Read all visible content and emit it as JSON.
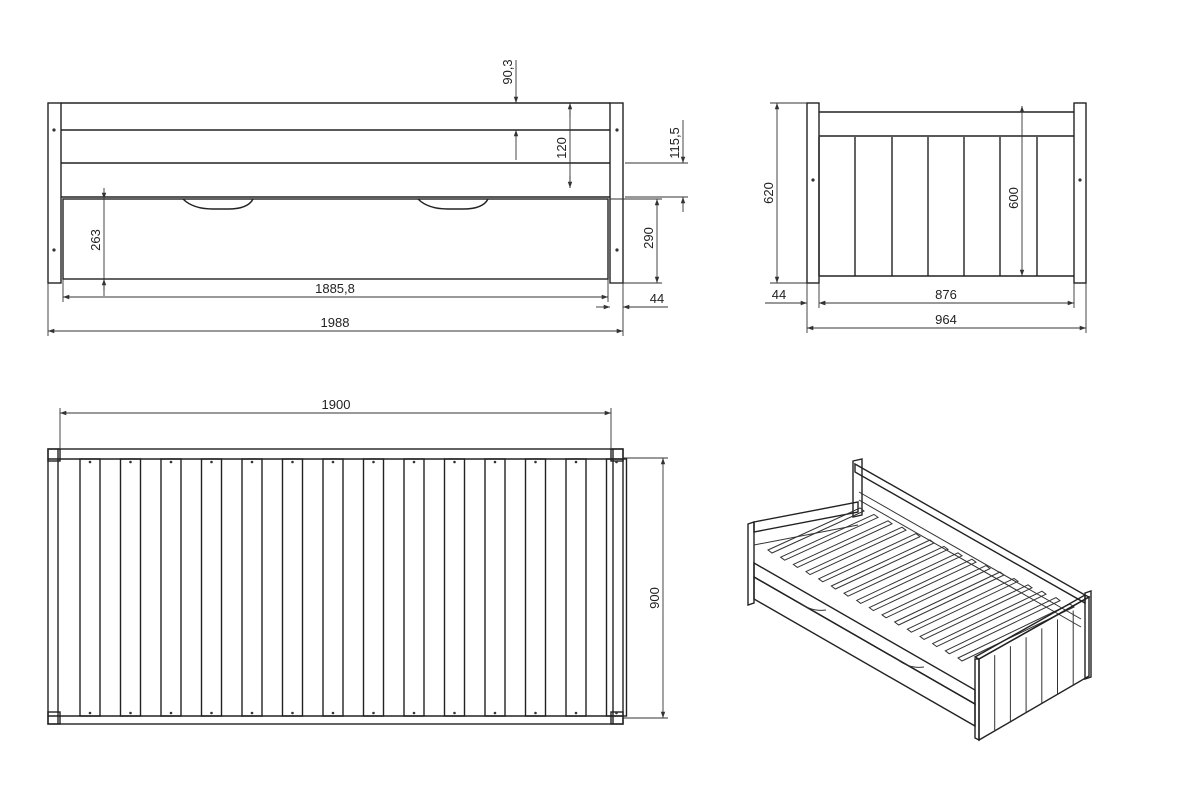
{
  "colors": {
    "line": "#222222",
    "background": "#ffffff"
  },
  "views": {
    "front": {
      "dims": {
        "top_gap": "90,3",
        "rail_height": "120",
        "rail_offset": "115,5",
        "drawer_inner_height": "263",
        "drawer_height": "290",
        "drawer_length": "1885,8",
        "post_width": "44",
        "overall_length": "1988"
      }
    },
    "side": {
      "dims": {
        "overall_height": "620",
        "panel_height": "600",
        "post_width": "44",
        "inner_width": "876",
        "overall_width": "964"
      }
    },
    "top": {
      "dims": {
        "slat_length": "1900",
        "frame_width": "900"
      }
    },
    "iso": {}
  }
}
